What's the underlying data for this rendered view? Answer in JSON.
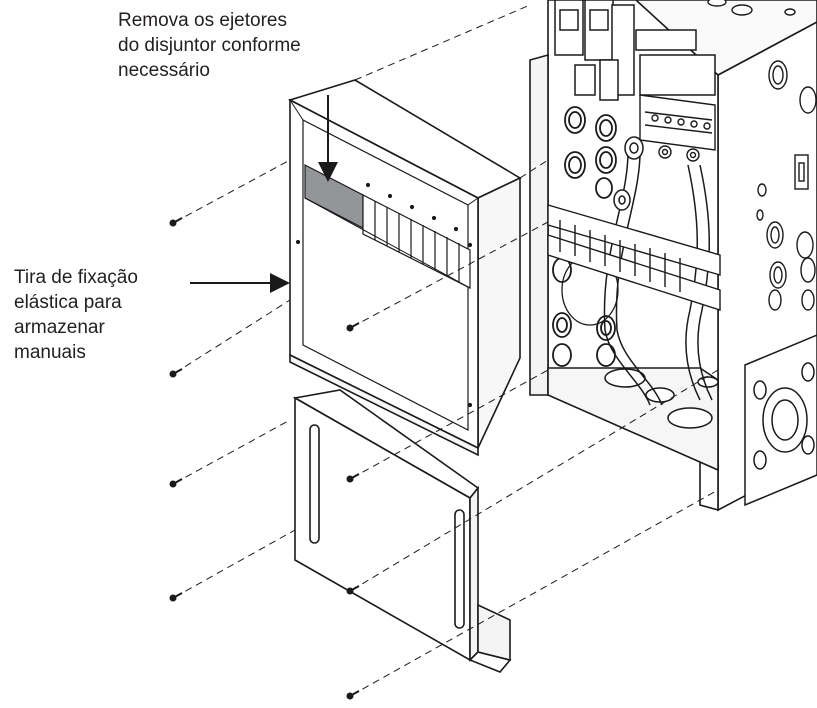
{
  "annotations": {
    "breaker_ejectors": {
      "lines": [
        "Remova os ejetores",
        "do disjuntor conforme",
        "necessário"
      ]
    },
    "strap": {
      "lines": [
        "Tira de fixação",
        "elástica para",
        "armazenar",
        "manuais"
      ]
    }
  },
  "colors": {
    "line": "#1a1a1a",
    "highlight": "#939598",
    "text": "#231f20"
  }
}
